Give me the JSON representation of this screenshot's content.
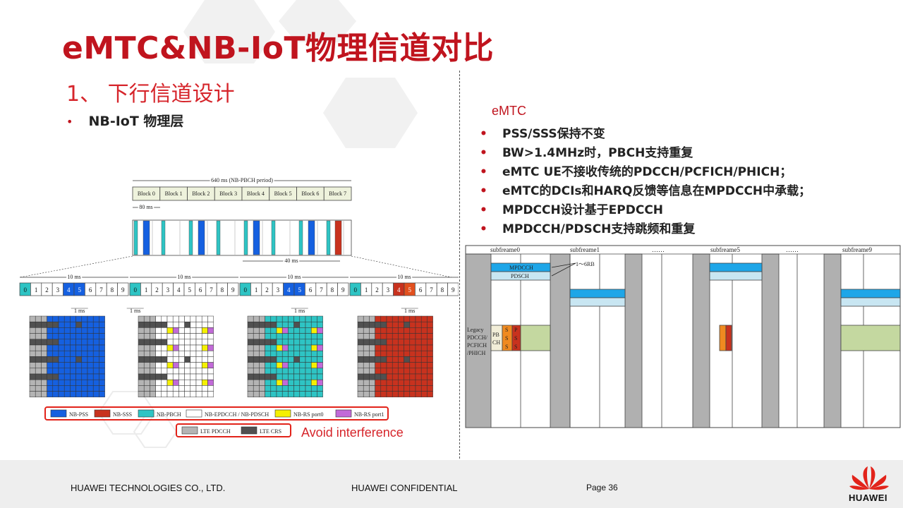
{
  "title": "eMTC&NB-IoT物理信道对比",
  "section": "1、 下行信道设计",
  "left_bullet": "NB-IoT 物理层",
  "emtc_label": "eMTC",
  "emtc_points": [
    "PSS/SSS保持不变",
    "BW>1.4MHz时，PBCH支持重复",
    "eMTC UE不接收传统的PDCCH/PCFICH/PHICH；",
    "eMTC的DCIs和HARQ反馈等信息在MPDCCH中承载；",
    "MPDCCH设计基于EPDCCH",
    "MPDCCH/PDSCH支持跳频和重复"
  ],
  "nb": {
    "period_label": "640 ms (NB-PBCH period)",
    "blocks": [
      "Block 0",
      "Block 1",
      "Block 2",
      "Block 3",
      "Block 4",
      "Block 5",
      "Block 6",
      "Block 7"
    ],
    "label_80ms": "80 ms",
    "label_40ms": "40 ms",
    "label_10ms": "10 ms",
    "label_1ms": "1 ms",
    "subframe_digits": [
      "0",
      "1",
      "2",
      "3",
      "4",
      "5",
      "6",
      "7",
      "8",
      "9"
    ],
    "legend_row1": [
      "NB-PSS",
      "NB-SSS",
      "NB-PBCH",
      "NB-EPDCCH / NB-PDSCH",
      "NB-RS port0",
      "NB-RS port1"
    ],
    "legend_row2": [
      "LTE PDCCH",
      "LTE CRS"
    ],
    "avoid": "Avoid interference",
    "colors": {
      "pss": "#1560e0",
      "sss": "#c8321e",
      "pbch": "#2ec4c4",
      "pdsch": "#ffffff",
      "rs0": "#f5f000",
      "rs1": "#c26ad8",
      "ltepdcch": "#b4b4b4",
      "ltecrs": "#505050"
    }
  },
  "emtc_diagram": {
    "sf0": "subfreame0",
    "sf1": "subfreame1",
    "sf5": "subfreame5",
    "sf9": "subfreame9",
    "dots1": "……",
    "dots2": "……",
    "mpdcch": "MPDCCH",
    "pdsch": "PDSCH",
    "rb": "1～6RB",
    "legacy": [
      "Legacy",
      "PDCCH/",
      "PCFICH",
      "/PHICH"
    ],
    "pbch": [
      "PB",
      "CH"
    ],
    "sss": [
      "S",
      "S",
      "S"
    ],
    "pss": [
      "P",
      "S",
      "S"
    ]
  },
  "footer": {
    "company": "HUAWEI TECHNOLOGIES CO., LTD.",
    "confidential": "HUAWEI CONFIDENTIAL",
    "page": "Page 36",
    "brand": "HUAWEI"
  }
}
